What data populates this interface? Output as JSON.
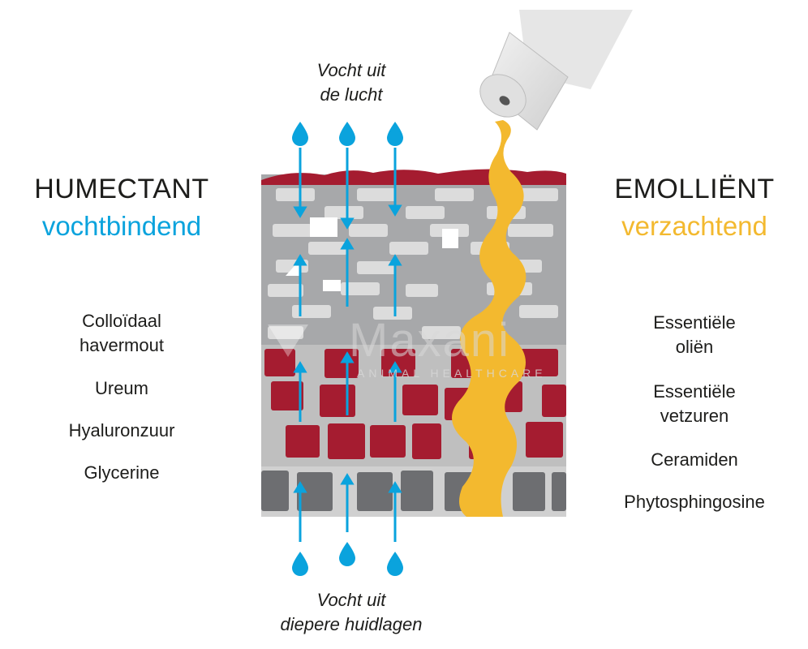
{
  "humectant": {
    "title": "HUMECTANT",
    "subtitle": "vochtbindend",
    "items": [
      "Colloïdaal havermout",
      "Ureum",
      "Hyaluronzuur",
      "Glycerine"
    ]
  },
  "emollient": {
    "title": "EMOLLIËNT",
    "subtitle": "verzachtend",
    "items": [
      "Essentiële oliën",
      "Essentiële vetzuren",
      "Ceramiden",
      "Phytosphingosine"
    ]
  },
  "captions": {
    "top_line1": "Vocht uit",
    "top_line2": "de lucht",
    "bottom_line1": "Vocht uit",
    "bottom_line2": "diepere huidlagen"
  },
  "watermark": {
    "brand": "Maxani",
    "tagline": "ANIMAL HEALTHCARE"
  },
  "colors": {
    "humectant_blue": "#0aa3dd",
    "emollient_yellow": "#f3b92f",
    "skin_red": "#a51c30",
    "cell_gray": "#a7a8aa",
    "base_gray": "#6d6e71"
  },
  "icons": [
    "water-drop-icon",
    "arrow-icon",
    "tube-icon"
  ]
}
